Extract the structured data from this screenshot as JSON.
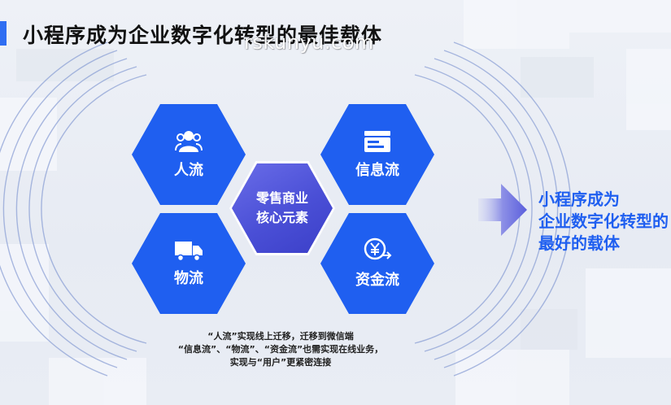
{
  "slide": {
    "title": "小程序成为企业数字化转型的最佳载体",
    "watermark": "rskunyu.com"
  },
  "hexagons": {
    "people_flow": {
      "label": "人流",
      "icon": "people-icon"
    },
    "info_flow": {
      "label": "信息流",
      "icon": "card-icon"
    },
    "logistics_flow": {
      "label": "物流",
      "icon": "truck-icon"
    },
    "capital_flow": {
      "label": "资金流",
      "icon": "yuan-coin-icon"
    },
    "center": {
      "line1": "零售商业",
      "line2": "核心元素"
    }
  },
  "caption": {
    "line1": "“人流”实现线上迁移，迁移到微信端",
    "line2": "“信息流”、“物流”、“资金流”也需实现在线业务，",
    "line3": "实现与“用户”更紧密连接"
  },
  "conclusion": {
    "line1": "小程序成为",
    "line2": "企业数字化转型的",
    "line3": "最好的载体"
  },
  "colors": {
    "accent": "#1f5ff0",
    "center_hex": "#4a4fd6",
    "background": "#eef1f7"
  }
}
